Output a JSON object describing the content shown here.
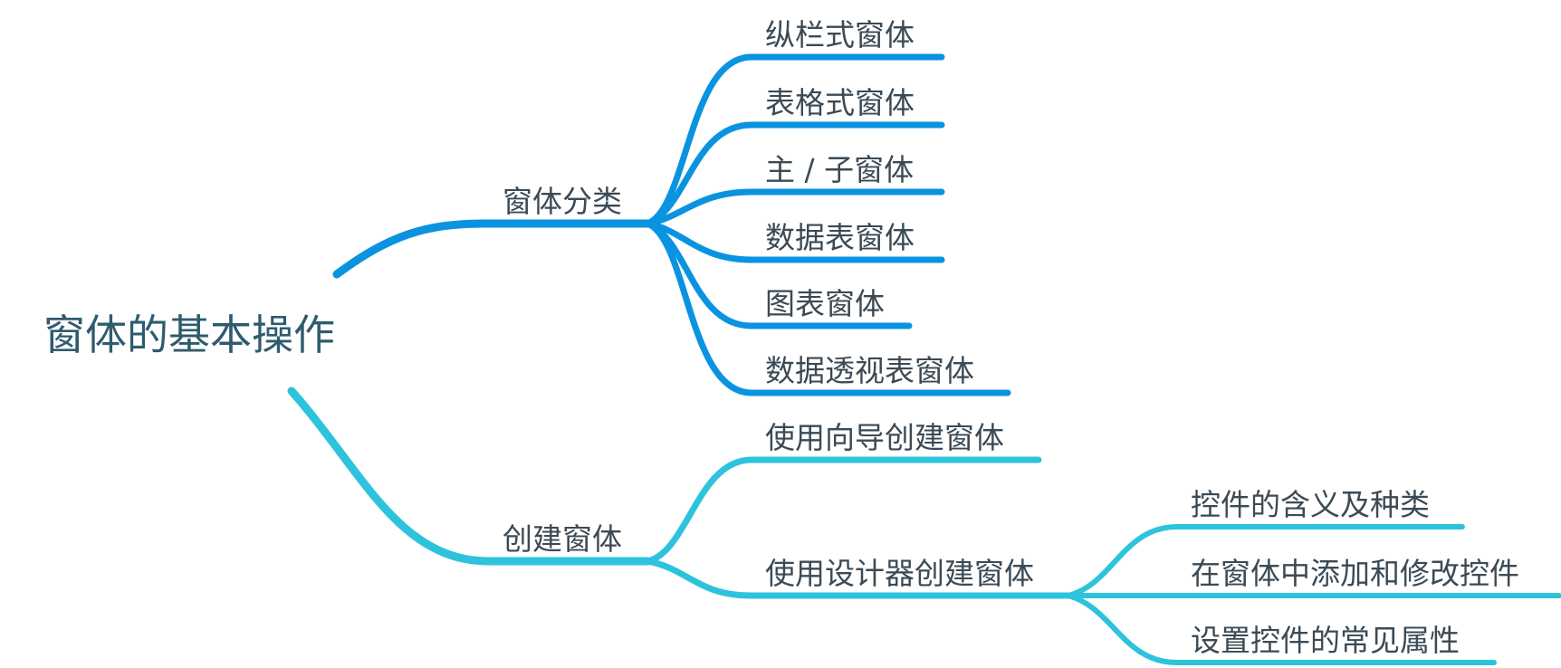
{
  "root": {
    "label": "窗体的基本操作"
  },
  "colors": {
    "blue_branch": "#0a93e0",
    "cyan_branch": "#2ec3dc",
    "root_text": "#2f5b6e",
    "node_text": "#3b4a55"
  },
  "branches": [
    {
      "label": "窗体分类",
      "children": [
        {
          "label": "纵栏式窗体"
        },
        {
          "label": "表格式窗体"
        },
        {
          "label": "主 / 子窗体"
        },
        {
          "label": "数据表窗体"
        },
        {
          "label": "图表窗体"
        },
        {
          "label": "数据透视表窗体"
        }
      ]
    },
    {
      "label": "创建窗体",
      "children": [
        {
          "label": "使用向导创建窗体"
        },
        {
          "label": "使用设计器创建窗体",
          "children": [
            {
              "label": "控件的含义及种类"
            },
            {
              "label": "在窗体中添加和修改控件"
            },
            {
              "label": "设置控件的常见属性"
            }
          ]
        }
      ]
    }
  ]
}
